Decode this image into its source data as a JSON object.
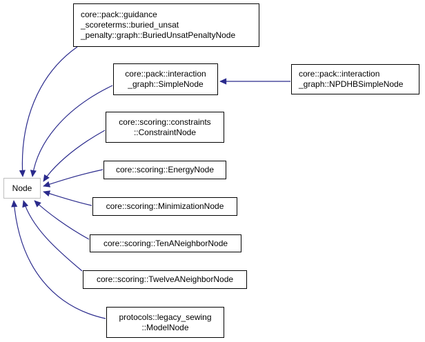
{
  "diagram": {
    "type": "class-inheritance-graph",
    "colors": {
      "edge": "#2a2a8c",
      "box_border": "#000000",
      "base_box_border": "#bebebe",
      "box_fill": "#ffffff",
      "text": "#000000",
      "background": "#ffffff"
    },
    "nodes": [
      {
        "id": "node",
        "role": "base",
        "lines": [
          "Node"
        ]
      },
      {
        "id": "buried-unsat-penalty-node",
        "lines": [
          "core::pack::guidance",
          "_scoreterms::buried_unsat",
          "_penalty::graph::BuriedUnsatPenaltyNode"
        ]
      },
      {
        "id": "simple-node",
        "lines": [
          "core::pack::interaction",
          "_graph::SimpleNode"
        ]
      },
      {
        "id": "npdhb-simple-node",
        "lines": [
          "core::pack::interaction",
          "_graph::NPDHBSimpleNode"
        ]
      },
      {
        "id": "constraint-node",
        "lines": [
          "core::scoring::constraints",
          "::ConstraintNode"
        ]
      },
      {
        "id": "energy-node",
        "lines": [
          "core::scoring::EnergyNode"
        ]
      },
      {
        "id": "minimization-node",
        "lines": [
          "core::scoring::MinimizationNode"
        ]
      },
      {
        "id": "ten-a-neighbor-node",
        "lines": [
          "core::scoring::TenANeighborNode"
        ]
      },
      {
        "id": "twelve-a-neighbor-node",
        "lines": [
          "core::scoring::TwelveANeighborNode"
        ]
      },
      {
        "id": "model-node",
        "lines": [
          "protocols::legacy_sewing",
          "::ModelNode"
        ]
      }
    ],
    "edges": [
      {
        "from": "core::pack::guidance_scoreterms::buried_unsat_penalty::graph::BuriedUnsatPenaltyNode",
        "to": "Node"
      },
      {
        "from": "core::pack::interaction_graph::SimpleNode",
        "to": "Node"
      },
      {
        "from": "core::pack::interaction_graph::NPDHBSimpleNode",
        "to": "core::pack::interaction_graph::SimpleNode"
      },
      {
        "from": "core::scoring::constraints::ConstraintNode",
        "to": "Node"
      },
      {
        "from": "core::scoring::EnergyNode",
        "to": "Node"
      },
      {
        "from": "core::scoring::MinimizationNode",
        "to": "Node"
      },
      {
        "from": "core::scoring::TenANeighborNode",
        "to": "Node"
      },
      {
        "from": "core::scoring::TwelveANeighborNode",
        "to": "Node"
      },
      {
        "from": "protocols::legacy_sewing::ModelNode",
        "to": "Node"
      }
    ]
  }
}
